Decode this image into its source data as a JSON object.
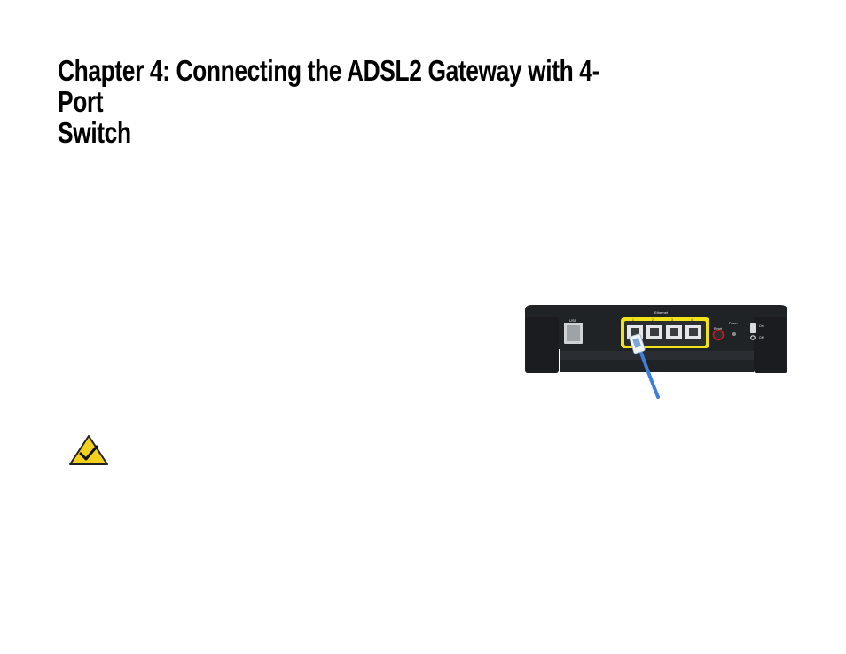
{
  "page": {
    "title_line1": "Chapter 4: Connecting the ADSL2 Gateway with 4-Port",
    "title_line2": "Switch"
  },
  "router_figure": {
    "usb_label": "USB",
    "ethernet_label": "Ethernet",
    "port_numbers": [
      "1",
      "2",
      "3",
      "4"
    ],
    "reset_label": "Reset",
    "power_label": "Power",
    "on_label": "On",
    "off_label": "Off"
  },
  "colors": {
    "router_body": "#202326",
    "ethernet_highlight": "#f2e21a",
    "reset_ring": "#d01818",
    "cable": "#3f7fd6",
    "note_icon_fill": "#f3d020"
  }
}
